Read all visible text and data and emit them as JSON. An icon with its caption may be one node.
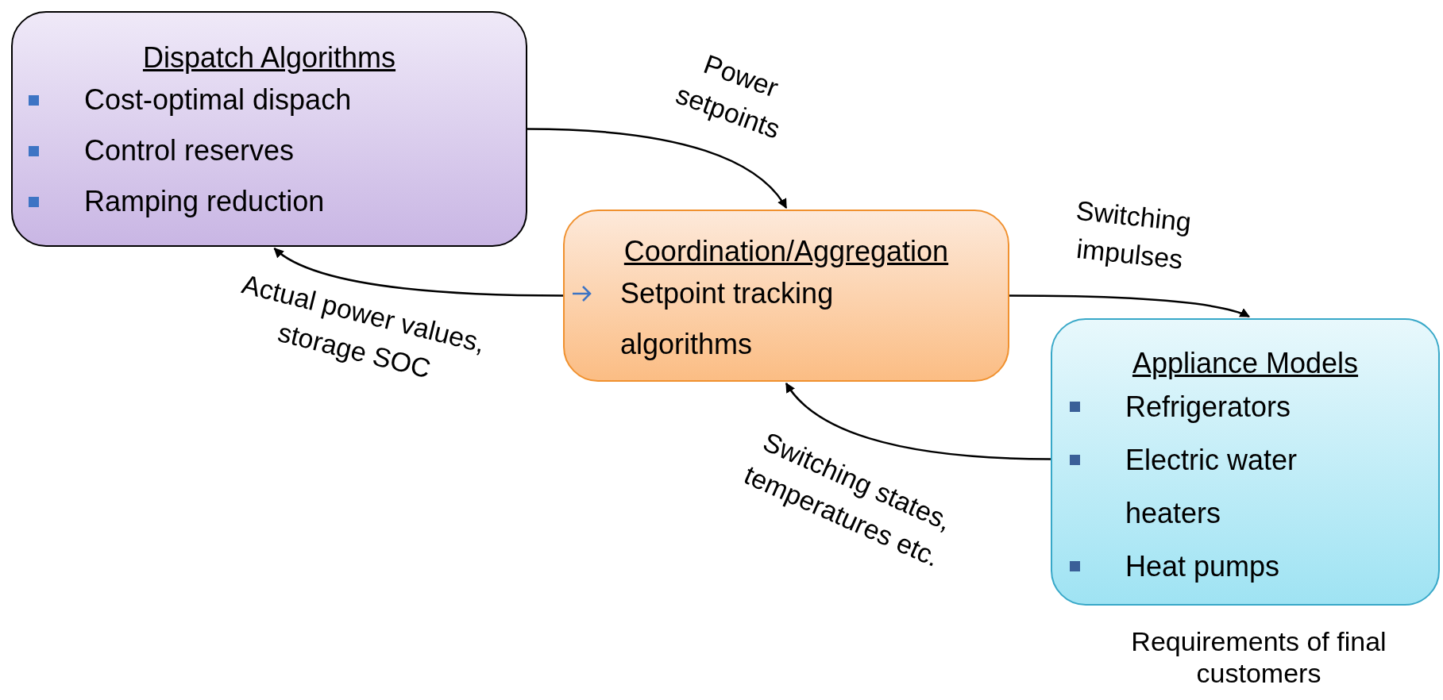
{
  "diagram": {
    "nodes": [
      {
        "text": [
          "Dispatch Algorithms",
          "Cost-optimal dispach",
          "Control reserves",
          "Ramping reduction"
        ]
      },
      {
        "text": [
          "Coordination/Aggregation",
          "Setpoint tracking algorithms"
        ]
      },
      {
        "text": [
          "Appliance Models",
          "Refrigerators",
          "Electric water heaters",
          "Heat pumps"
        ],
        "beside": [
          "Requirements of final customers"
        ]
      }
    ],
    "edges": [
      {
        "from": 0,
        "to": 1,
        "arrow": "to",
        "label": "Power setpoints"
      },
      {
        "from": 1,
        "to": 0,
        "arrow": "to",
        "label": "Actual power values, storage SOC"
      },
      {
        "from": 1,
        "to": 2,
        "arrow": "to",
        "label": "Switching impulses"
      },
      {
        "from": 2,
        "to": 1,
        "arrow": "to",
        "label": "Switching states, temperatures etc."
      }
    ]
  }
}
